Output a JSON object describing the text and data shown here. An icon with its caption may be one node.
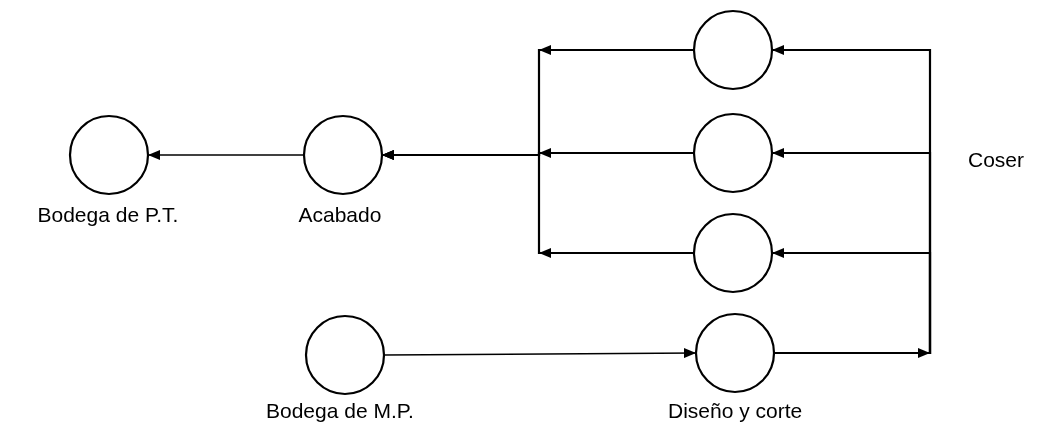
{
  "diagram": {
    "nodes": [
      {
        "text": [
          "Bodega de P.T."
        ]
      },
      {
        "text": [
          "Acabado"
        ]
      },
      {
        "text": [],
        "shape": "circle"
      },
      {
        "text": [],
        "shape": "circle"
      },
      {
        "text": [],
        "shape": "circle"
      },
      {
        "text": [
          "Bodega de M.P."
        ]
      },
      {
        "text": [
          "Diseño y corte"
        ]
      }
    ],
    "edges": [
      {
        "from": 5,
        "to": 6,
        "arrow": "to"
      },
      {
        "from": 6,
        "to": 2,
        "arrow": "to"
      },
      {
        "from": 6,
        "to": 3,
        "arrow": "to"
      },
      {
        "from": 6,
        "to": 4,
        "arrow": "to"
      },
      {
        "from": 2,
        "to": 1,
        "arrow": "to"
      },
      {
        "from": 3,
        "to": 1,
        "arrow": "to"
      },
      {
        "from": 4,
        "to": 1,
        "arrow": "to"
      },
      {
        "from": 1,
        "to": 0,
        "arrow": "to"
      }
    ],
    "labels": [
      "Coser"
    ]
  }
}
